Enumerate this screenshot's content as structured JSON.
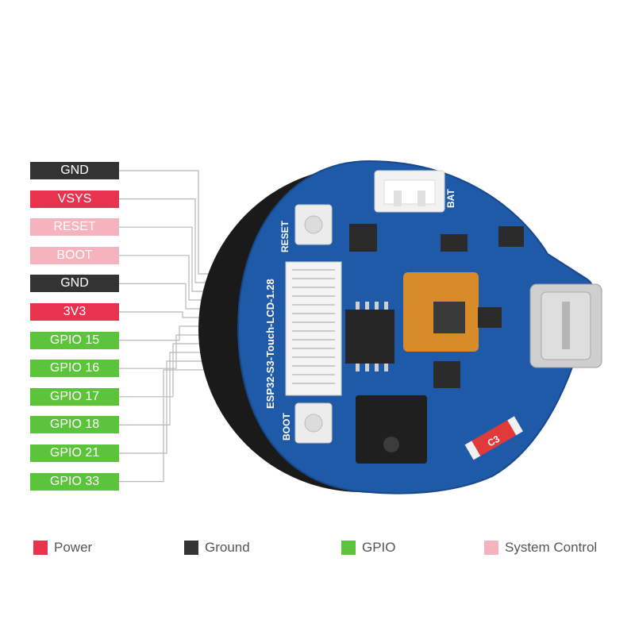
{
  "colors": {
    "power": "#e8334f",
    "ground": "#333333",
    "gpio": "#5cc43a",
    "system": "#f4b3bd",
    "board": "#1e5aa8",
    "wire": "#b8b8b8"
  },
  "pins": [
    {
      "label": "GND",
      "type": "ground"
    },
    {
      "label": "VSYS",
      "type": "power"
    },
    {
      "label": "RESET",
      "type": "system"
    },
    {
      "label": "BOOT",
      "type": "system"
    },
    {
      "label": "GND",
      "type": "ground"
    },
    {
      "label": "3V3",
      "type": "power"
    },
    {
      "label": "GPIO 15",
      "type": "gpio"
    },
    {
      "label": "GPIO 16",
      "type": "gpio"
    },
    {
      "label": "GPIO 17",
      "type": "gpio"
    },
    {
      "label": "GPIO 18",
      "type": "gpio"
    },
    {
      "label": "GPIO 21",
      "type": "gpio"
    },
    {
      "label": "GPIO 33",
      "type": "gpio"
    }
  ],
  "board": {
    "model_text": "ESP32-S3-Touch-LCD-1.28",
    "reset_label": "RESET",
    "boot_label": "BOOT",
    "bat_label": "BAT",
    "capacitor_label": "C3"
  },
  "legend": {
    "power": "Power",
    "ground": "Ground",
    "gpio": "GPIO",
    "system": "System Control"
  }
}
